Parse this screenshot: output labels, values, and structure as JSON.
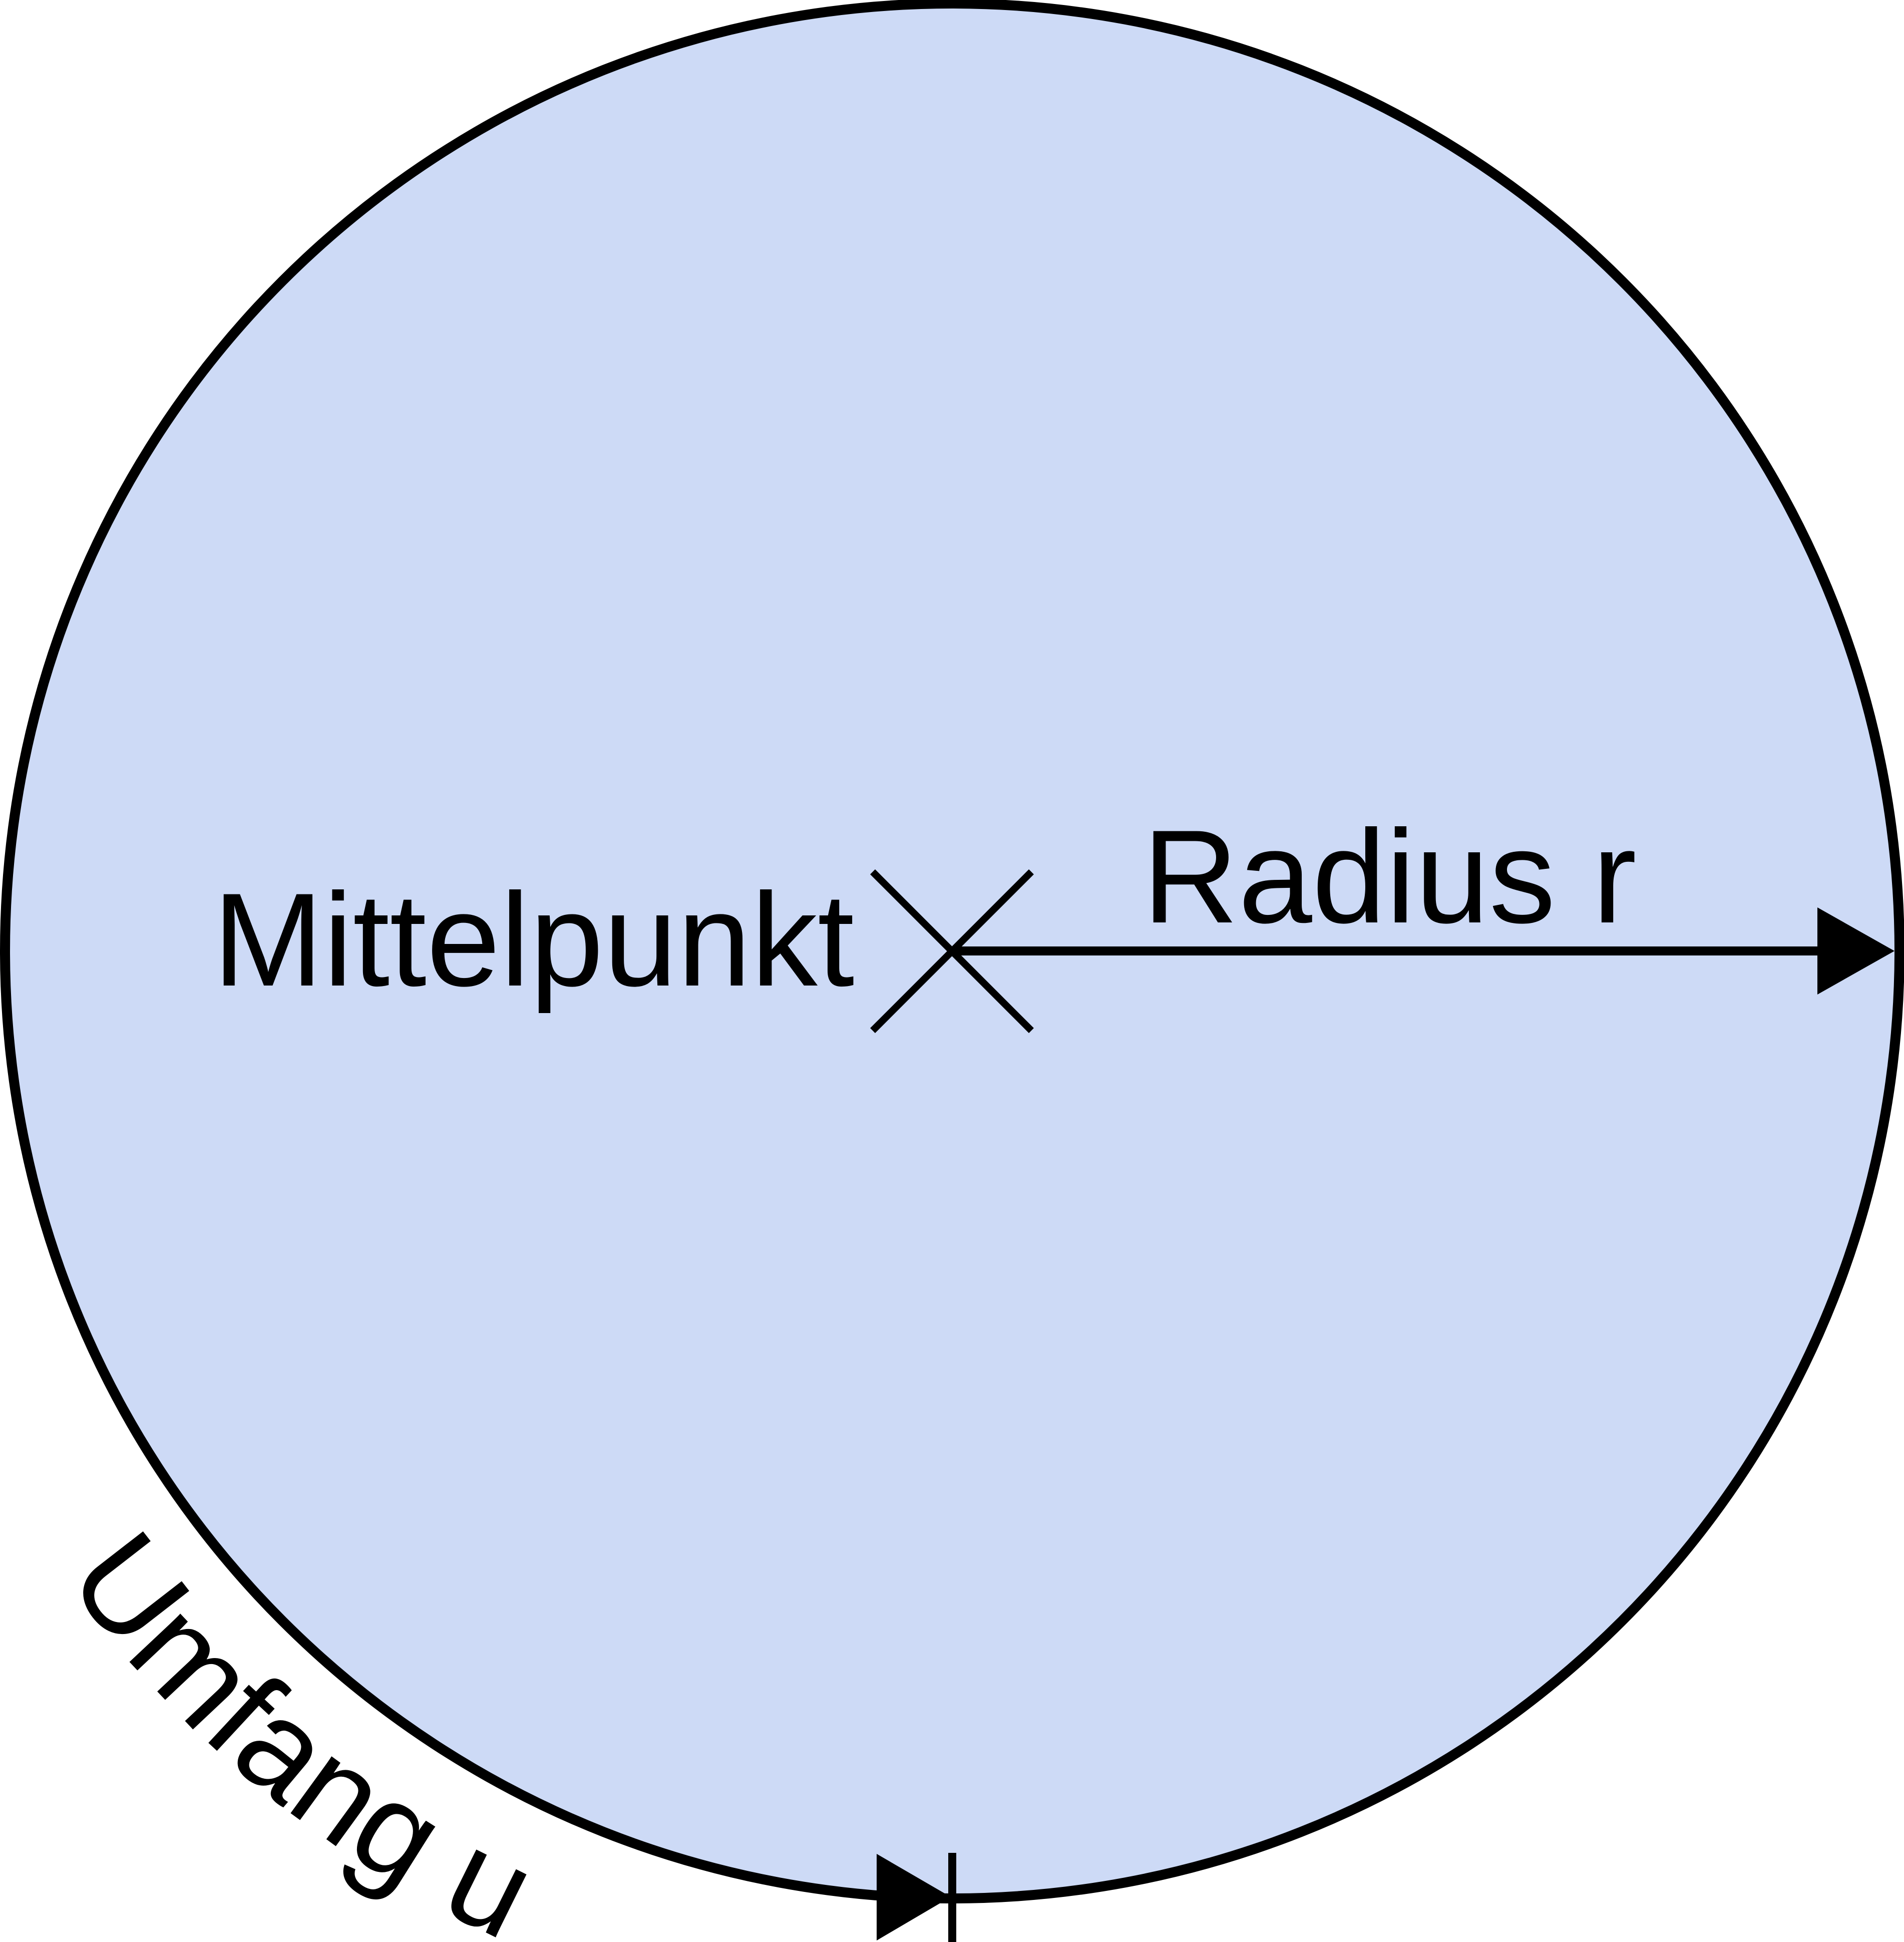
{
  "labels": {
    "center": "Mittelpunkt",
    "radius": "Radius r",
    "circumference": "Umfang u"
  },
  "colors": {
    "fill": "#CDDAF6",
    "stroke": "#000000"
  }
}
